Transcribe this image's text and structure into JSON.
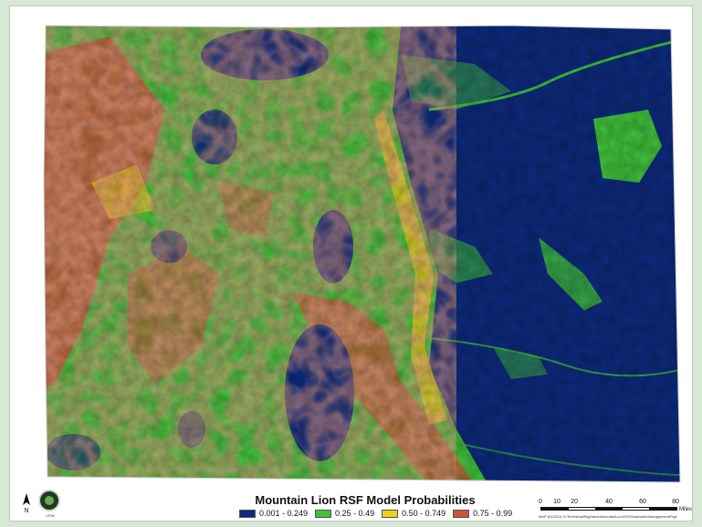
{
  "map": {
    "title": "Mountain Lion RSF Model Probabilities",
    "legend": [
      {
        "label": "0.001 - 0.249",
        "color": "#0d2a7c"
      },
      {
        "label": "0.25 - 0.49",
        "color": "#3fbf3a"
      },
      {
        "label": "0.50 - 0.749",
        "color": "#ecd21a"
      },
      {
        "label": "0.75 - 0.99",
        "color": "#c9553a"
      }
    ],
    "scale": {
      "ticks": [
        "0",
        "10",
        "20",
        "40",
        "60",
        "80"
      ],
      "unit": "Miles",
      "note": "MAP 8/1/2014 S:\\Terrestrial\\BigGame\\MountainLion\\GIS\\Statewide\\Management\\Figs"
    },
    "north_label": "N",
    "logo_text": "CPW"
  }
}
